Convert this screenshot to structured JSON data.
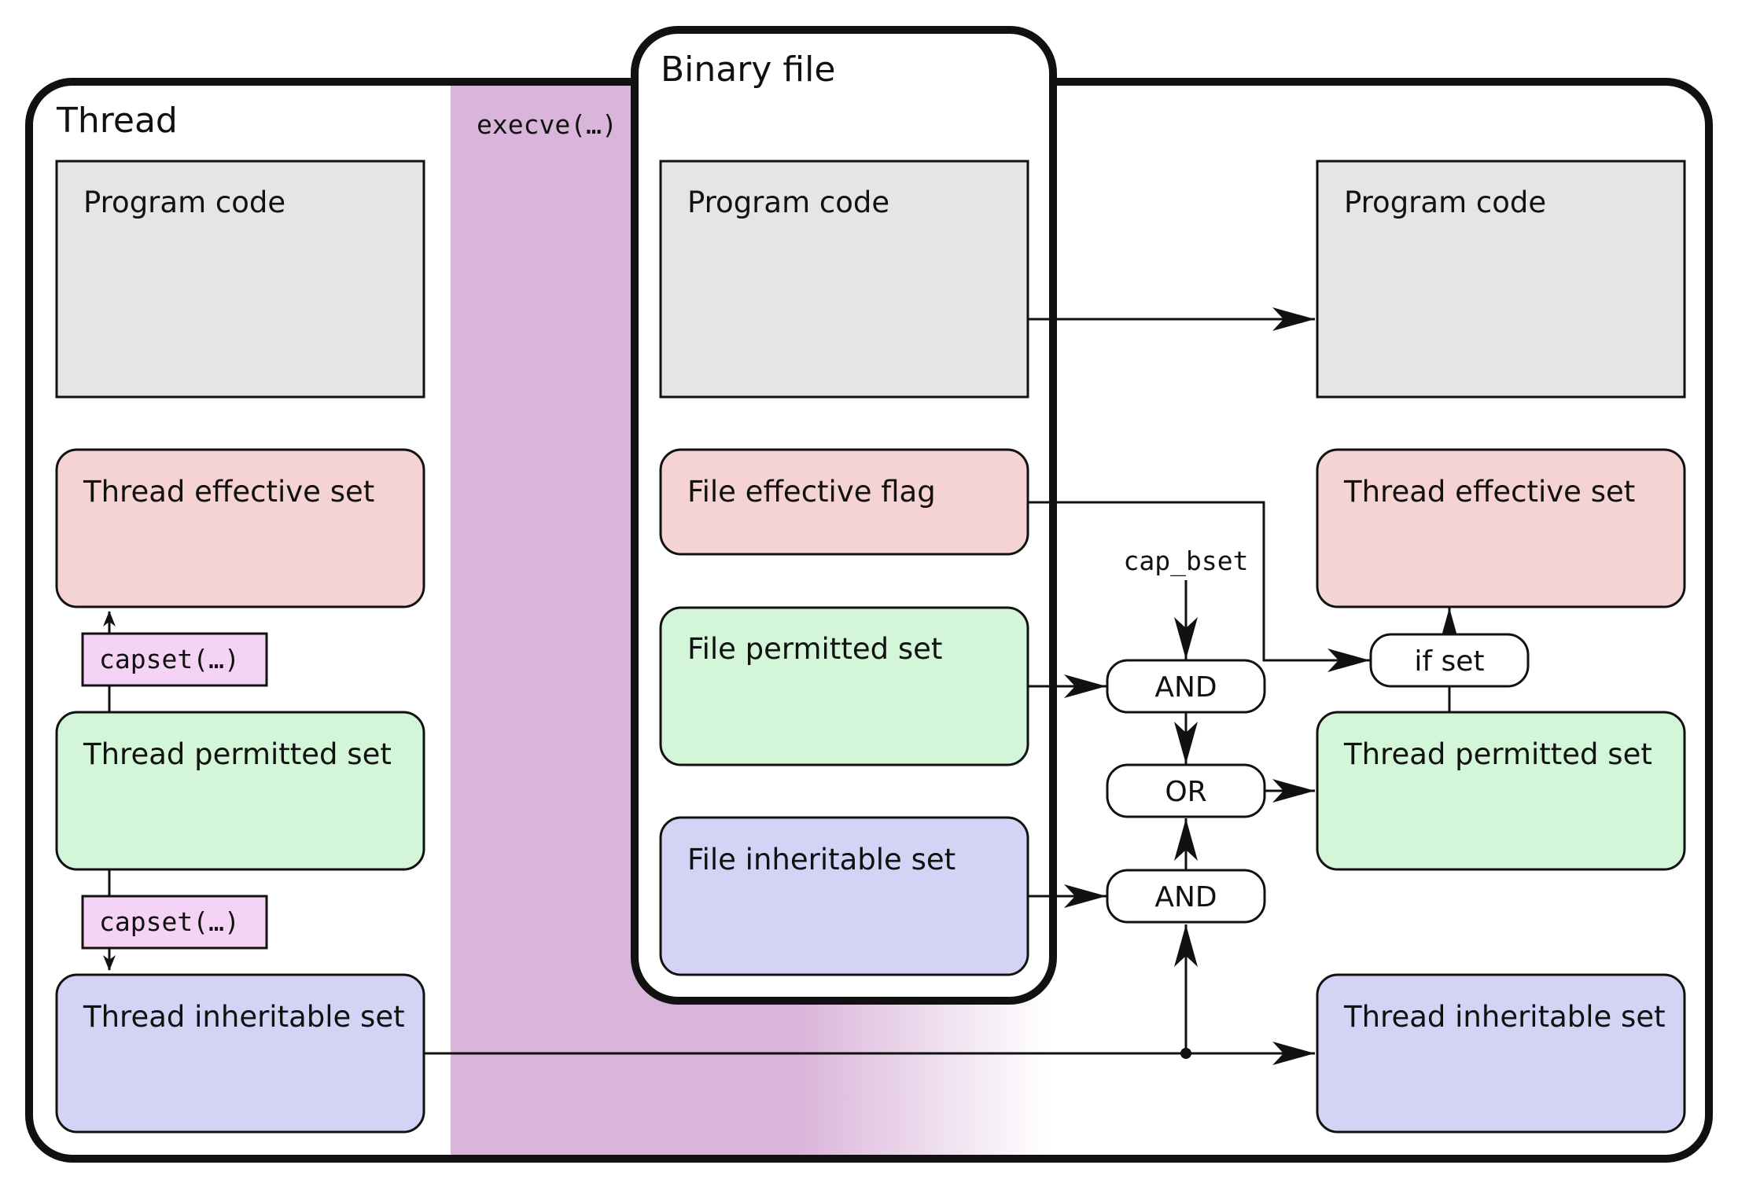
{
  "thread": {
    "title": "Thread",
    "program_code": "Program code",
    "effective_set": "Thread effective set",
    "permitted_set": "Thread permitted set",
    "inheritable_set": "Thread inheritable set",
    "capset_upper": "capset(…)",
    "capset_lower": "capset(…)"
  },
  "execve": {
    "label": "execve(…)"
  },
  "binary_file": {
    "title": "Binary file",
    "program_code": "Program code",
    "effective_flag": "File effective flag",
    "permitted_set": "File permitted set",
    "inheritable_set": "File inheritable set"
  },
  "result": {
    "program_code": "Program code",
    "effective_set": "Thread effective set",
    "permitted_set": "Thread permitted set",
    "inheritable_set": "Thread inheritable set"
  },
  "logic": {
    "cap_bset": "cap_bset",
    "and_upper": "AND",
    "or": "OR",
    "and_lower": "AND",
    "if_set": "if set"
  },
  "colors": {
    "gray_fill": "#e5e5e5",
    "red_fill": "#f5d3d3",
    "green_fill": "#d3f5d8",
    "blue_fill": "#d3d3f5",
    "execve_band": "#dab5da",
    "capset_fill": "#f5d3f5",
    "stroke": "#111111"
  }
}
